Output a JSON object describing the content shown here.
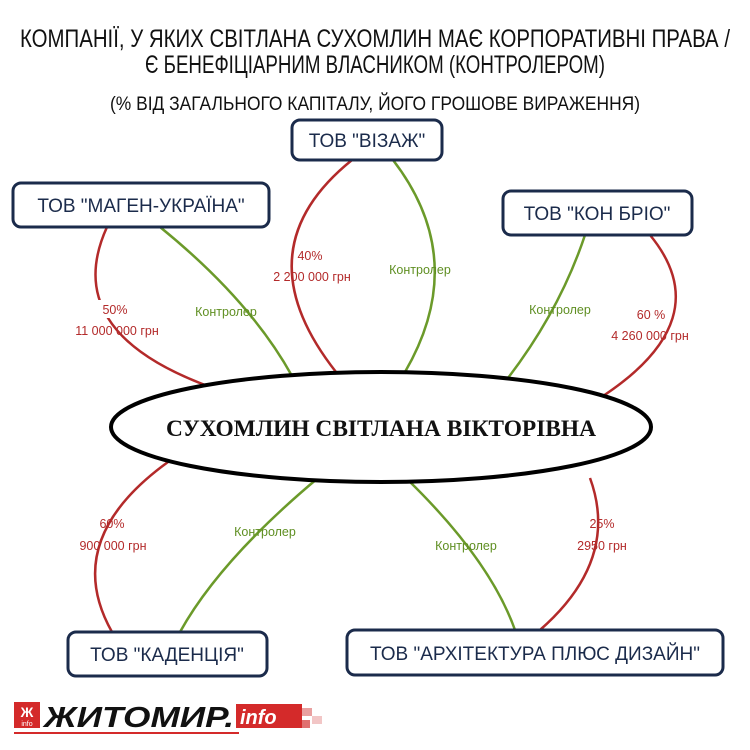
{
  "title_line1": "КОМПАНІЇ, У ЯКИХ СВІТЛАНА СУХОМЛИН МАЄ КОРПОРАТИВНІ ПРАВА /",
  "title_line2": "Є БЕНЕФІЦІАРНИМ ВЛАСНИКОМ (КОНТРОЛЕРОМ)",
  "subtitle": "(% ВІД ЗАГАЛЬНОГО КАПІТАЛУ, ЙОГО ГРОШОВЕ ВИРАЖЕННЯ)",
  "center": "СУХОМЛИН СВІТЛАНА ВІКТОРІВНА",
  "companies": {
    "vizaj": {
      "name": "ТОВ \"ВІЗАЖ\"",
      "share": "40%",
      "amount": "2 200 000 грн",
      "role": "Контролер"
    },
    "magen": {
      "name": "ТОВ \"МАГЕН-УКРАЇНА\"",
      "share": "50%",
      "amount": "11 000 000 грн",
      "role": "Контролер"
    },
    "konbrio": {
      "name": "ТОВ \"КОН БРІО\"",
      "share": "60 %",
      "amount": "4 260 000 грн",
      "role": "Контролер"
    },
    "kadenzia": {
      "name": "ТОВ \"КАДЕНЦІЯ\"",
      "share": "60%",
      "amount": "900 000 грн",
      "role": "Контролер"
    },
    "arch": {
      "name": "ТОВ \"АРХІТЕКТУРА ПЛЮС ДИЗАЙН\"",
      "share": "25%",
      "amount": "2950 грн",
      "role": "Контролер"
    }
  },
  "logo": {
    "main": "ЖИТОМИР.",
    "suffix": "info",
    "badge": "Ж info"
  },
  "colors": {
    "ownership": "#b32a2a",
    "controller": "#6b9a2a",
    "box": "#1b2b4b",
    "logo_red": "#d42a2a"
  }
}
